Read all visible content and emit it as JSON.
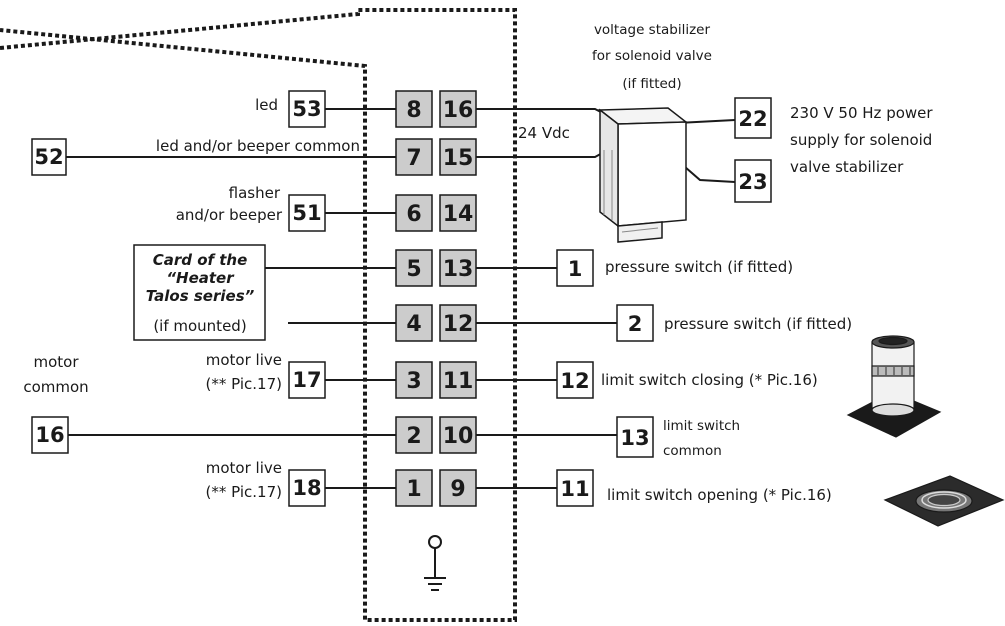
{
  "stabilizer": {
    "title_line1": "voltage stabilizer",
    "title_line2": "for solenoid valve",
    "title_line3": "(if fitted)",
    "vdc_label": "24 Vdc"
  },
  "power_supply": {
    "line1": "230 V 50 Hz power",
    "line2": "supply for solenoid",
    "line3": "valve stabilizer"
  },
  "heater_card": {
    "line1": "Card of the",
    "line2": "“Heater",
    "line3": "Talos series”",
    "line4": "(if mounted)"
  },
  "terminals_left": [
    "8",
    "7",
    "6",
    "5",
    "4",
    "3",
    "2",
    "1"
  ],
  "terminals_right": [
    "16",
    "15",
    "14",
    "13",
    "12",
    "11",
    "10",
    "9"
  ],
  "left_boxes": {
    "b53": "53",
    "b52": "52",
    "b51": "51",
    "b17": "17",
    "b16": "16",
    "b18": "18"
  },
  "right_boxes": {
    "b22": "22",
    "b23": "23",
    "b1": "1",
    "b2": "2",
    "b12": "12",
    "b13": "13",
    "b11": "11"
  },
  "left_labels": {
    "led": "led",
    "led_common": "led and/or beeper common",
    "flasher_1": "flasher",
    "flasher_2": "and/or beeper",
    "motor_live_a1": "motor live",
    "motor_live_a2": "(** Pic.17)",
    "motor_common_1": "motor",
    "motor_common_2": "common",
    "motor_live_b1": "motor live",
    "motor_live_b2": "(** Pic.17)"
  },
  "right_labels": {
    "pressure_1": "pressure switch (if fitted)",
    "pressure_2": "pressure switch (if fitted)",
    "limit_closing": "limit switch closing (* Pic.16)",
    "limit_common_1": "limit switch",
    "limit_common_2": "common",
    "limit_opening": "limit switch opening (* Pic.16)"
  }
}
